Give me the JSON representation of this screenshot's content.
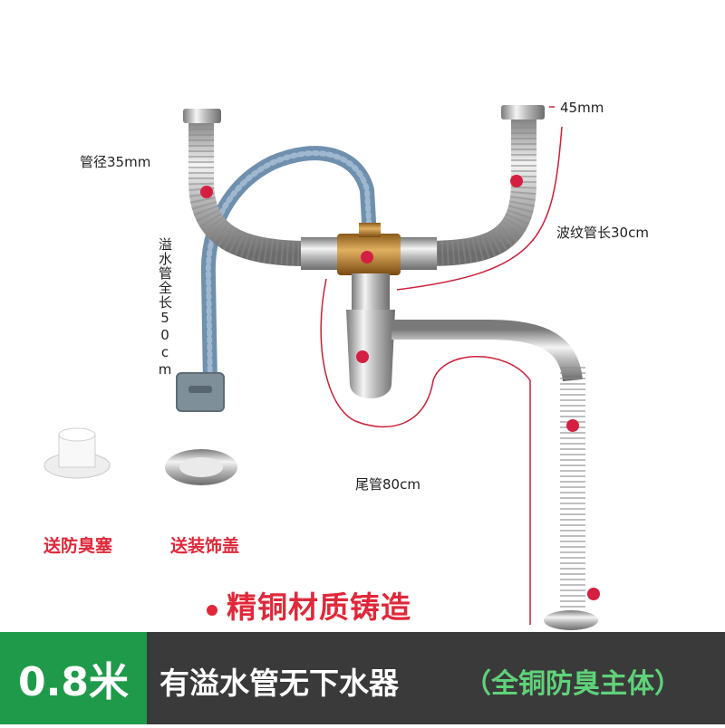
{
  "labels": {
    "pipe_diameter": "管径35mm",
    "outlet_size": "45mm",
    "corrugated_length": "波纹管长30cm",
    "overflow_length": "溢水管全长50cm",
    "tail_pipe_length": "尾管80cm"
  },
  "gifts": {
    "deodorant_plug": "送防臭塞",
    "decorative_cover": "送装饰盖"
  },
  "headline": "精铜材质铸造",
  "footer": {
    "size": "0.8米",
    "title": "有溢水管无下水器",
    "note": "（全铜防臭主体）"
  },
  "colors": {
    "accent_red": "#e0283a",
    "footer_green": "#1f9a4a",
    "footer_dark": "#3a3a3a",
    "note_green": "#5fd27a"
  }
}
